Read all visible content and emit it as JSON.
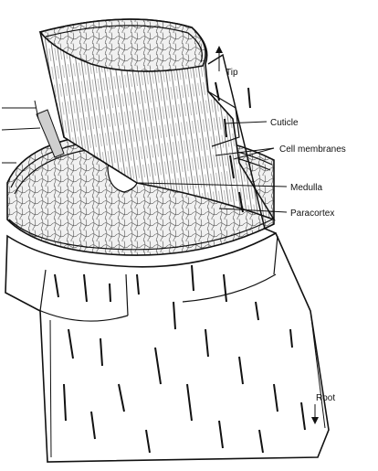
{
  "diagram": {
    "labels": {
      "tip": "Tip",
      "cuticle": "Cuticle",
      "cell_membranes": "Cell membranes",
      "medulla": "Medulla",
      "paracortex": "Paracortex",
      "root": "Root"
    },
    "colors": {
      "ink": "#111111",
      "paper": "#ffffff",
      "cut_surface": "#f1f1f1",
      "fibril_shading": "#d8d8d8"
    }
  }
}
